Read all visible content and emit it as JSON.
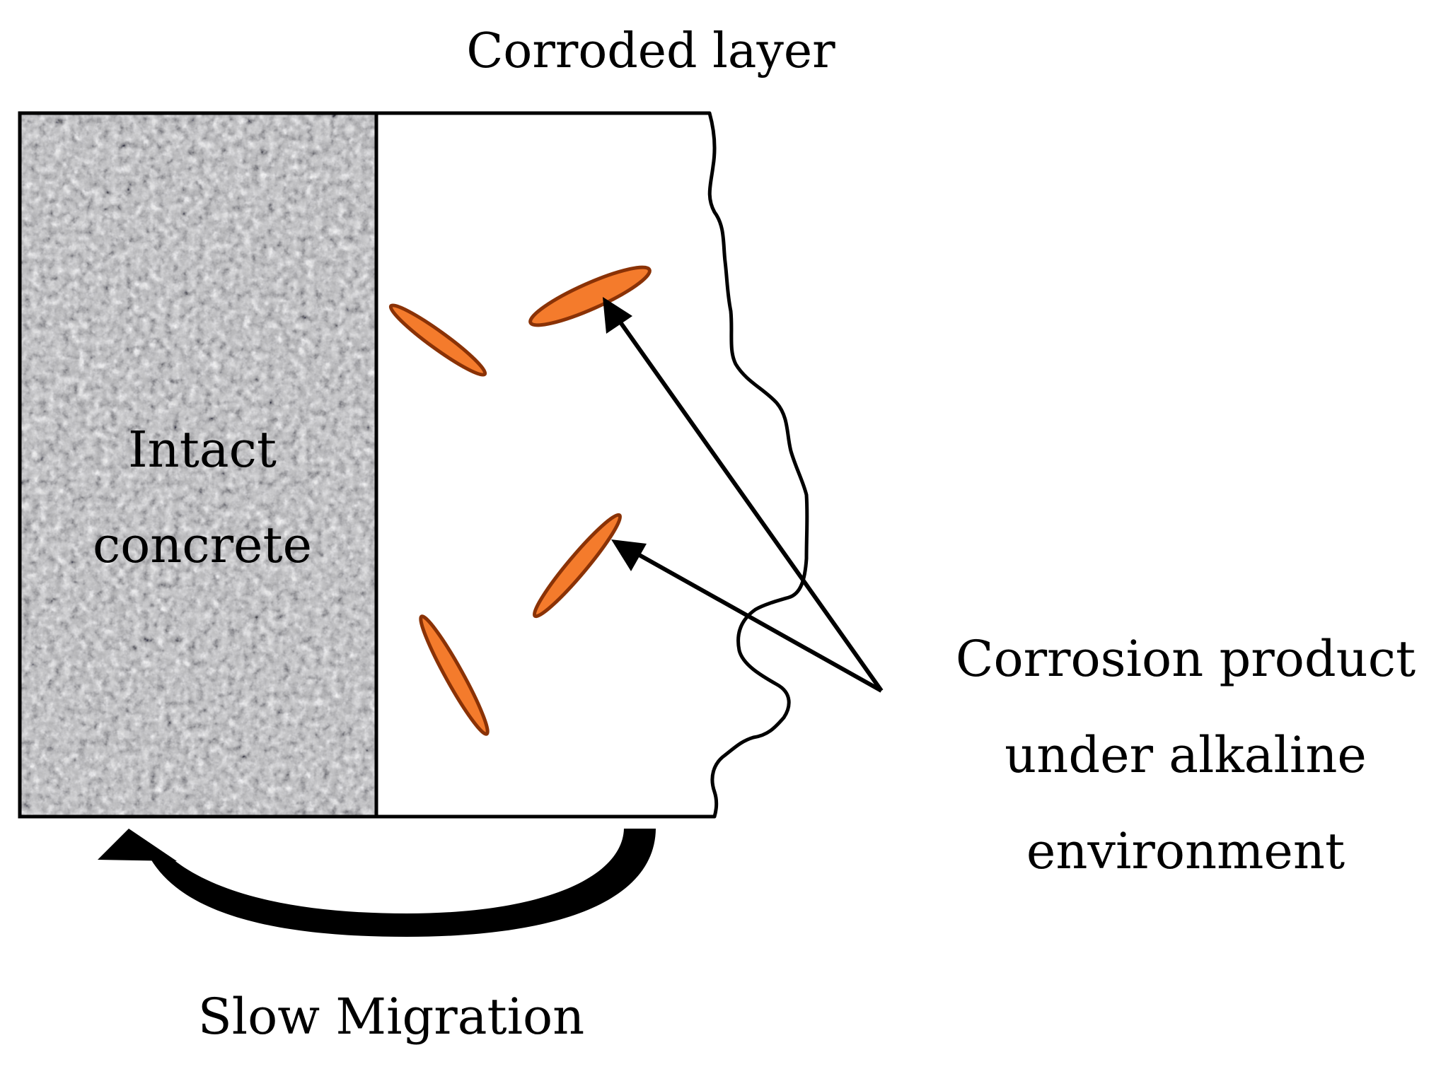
{
  "labels": {
    "corroded_layer": "Corroded layer",
    "intact_line1": "Intact",
    "intact_line2": "concrete",
    "product_line1": "Corrosion product",
    "product_line2": "under alkaline",
    "product_line3": "environment",
    "migration": "Slow Migration"
  },
  "colors": {
    "outline": "#000000",
    "concrete_base": "#b9b9bb",
    "concrete_dark": "#6e6e70",
    "concrete_light": "#ededee",
    "product_fill": "#f47b2c",
    "product_stroke": "#8a3206",
    "background": "#ffffff"
  },
  "icons": {
    "migration_arrow": "curved-arrow-left-icon",
    "pointer_arrows": "arrow-icon"
  }
}
